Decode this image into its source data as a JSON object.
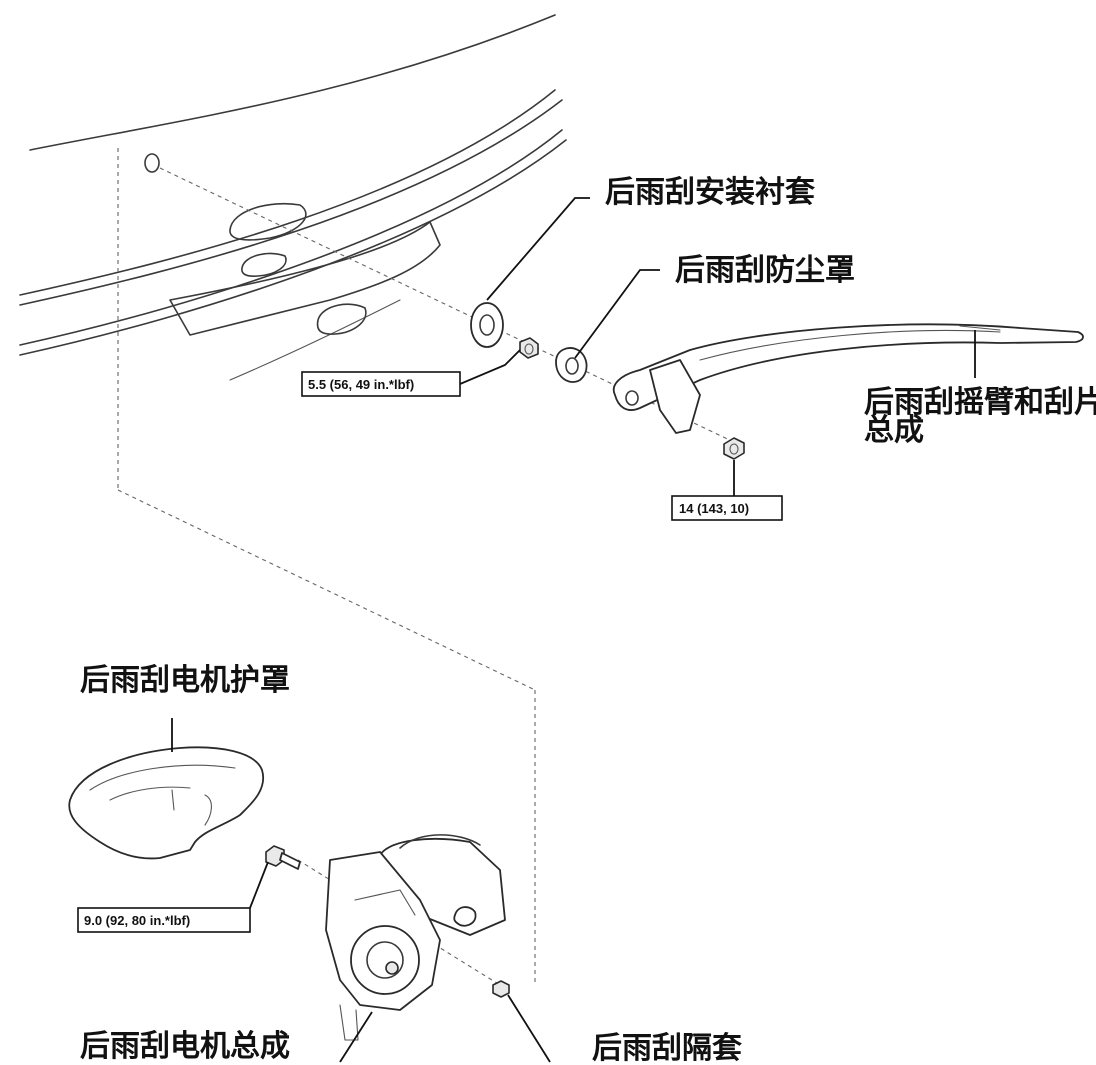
{
  "labels": {
    "mounting_bushing": "后雨刮安装衬套",
    "dust_cover": "后雨刮防尘罩",
    "arm_blade_line1": "后雨刮摇臂和刮片",
    "arm_blade_line2": "总成",
    "motor_cover": "后雨刮电机护罩",
    "motor_assembly": "后雨刮电机总成",
    "spacer": "后雨刮隔套"
  },
  "torque_specs": {
    "bushing_nut": "5.5 (56, 49 in.*lbf)",
    "arm_nut": "14 (143, 10)",
    "motor_bolt": "9.0 (92, 80 in.*lbf)"
  }
}
